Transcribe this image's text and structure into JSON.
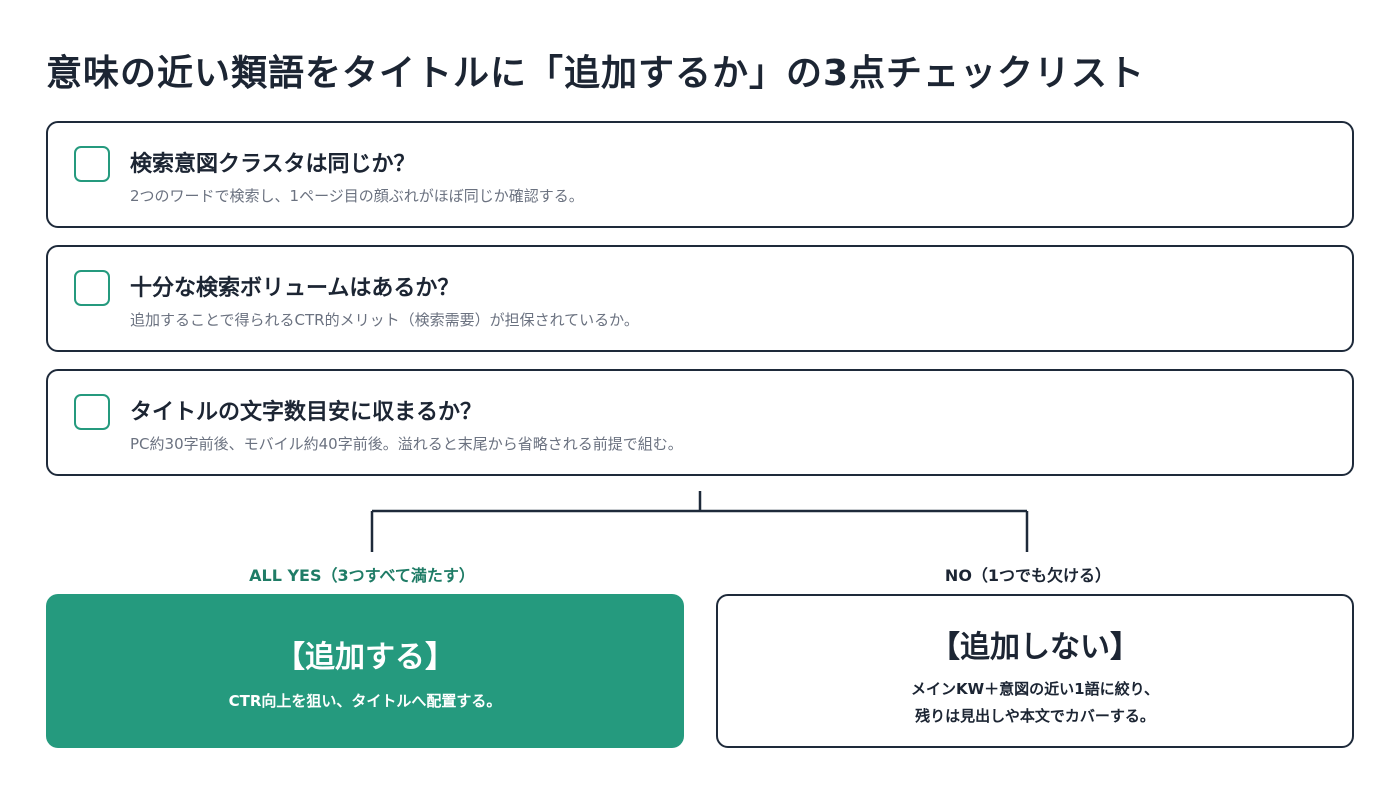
{
  "title": "意味の近い類語をタイトルに「追加するか」の3点チェックリスト",
  "checklist": [
    {
      "heading": "検索意図クラスタは同じか？",
      "description": "2つのワードで検索し、1ページ目の顔ぶれがほぼ同じか確認する。"
    },
    {
      "heading": "十分な検索ボリュームはあるか？",
      "description": "追加することで得られるCTR的メリット（検索需要）が担保されているか。"
    },
    {
      "heading": "タイトルの文字数目安に収まるか？",
      "description": "PC約30字前後、モバイル約40字前後。溢れると末尾から省略される前提で組む。"
    }
  ],
  "branches": {
    "yes": {
      "label": "ALL YES（3つすべて満たす）",
      "result_title": "【追加する】",
      "result_body": "CTR向上を狙い、タイトルへ配置する。"
    },
    "no": {
      "label": "NO（1つでも欠ける）",
      "result_title": "【追加しない】",
      "result_body_line1": "メインKW＋意図の近い1語に絞り、",
      "result_body_line2": "残りは見出しや本文でカバーする。"
    }
  },
  "colors": {
    "accent": "#259a7e",
    "accent_text": "#1f7c66",
    "border": "#1e2a3a",
    "muted_text": "#6b7280"
  },
  "icons": [
    "checkbox-icon"
  ]
}
